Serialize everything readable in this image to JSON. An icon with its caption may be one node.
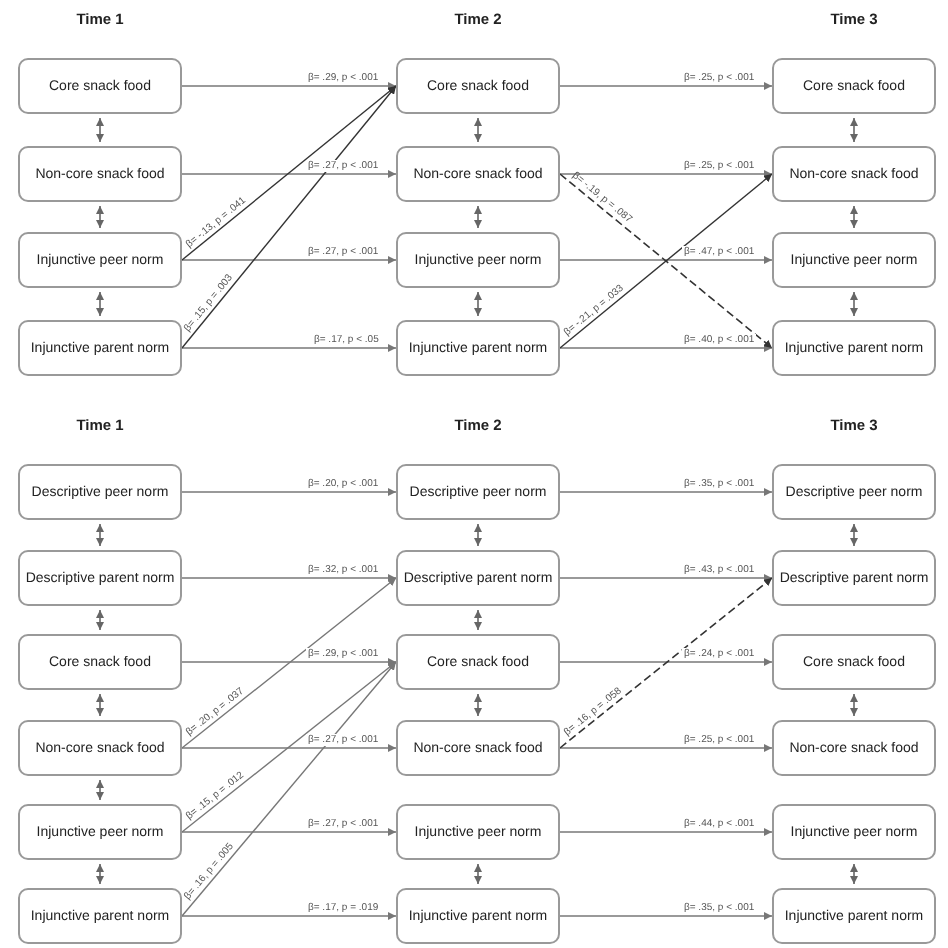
{
  "diagram": {
    "nodes": [
      {
        "text": [
          "Core snack food"
        ]
      },
      {
        "text": [
          "Non-core snack food"
        ]
      },
      {
        "text": [
          "Injunctive peer norm"
        ]
      },
      {
        "text": [
          "Injunctive parent norm"
        ]
      },
      {
        "text": [
          "Core snack food"
        ]
      },
      {
        "text": [
          "Non-core snack food"
        ]
      },
      {
        "text": [
          "Injunctive peer norm"
        ]
      },
      {
        "text": [
          "Injunctive parent norm"
        ]
      },
      {
        "text": [
          "Core snack food"
        ]
      },
      {
        "text": [
          "Non-core snack food"
        ]
      },
      {
        "text": [
          "Injunctive peer norm"
        ]
      },
      {
        "text": [
          "Injunctive parent norm"
        ]
      },
      {
        "text": [
          "Descriptive peer norm"
        ]
      },
      {
        "text": [
          "Descriptive parent norm"
        ]
      },
      {
        "text": [
          "Core snack food"
        ]
      },
      {
        "text": [
          "Non-core snack food"
        ]
      },
      {
        "text": [
          "Injunctive peer norm"
        ]
      },
      {
        "text": [
          "Injunctive parent norm"
        ]
      },
      {
        "text": [
          "Descriptive peer norm"
        ]
      },
      {
        "text": [
          "Descriptive parent norm"
        ]
      },
      {
        "text": [
          "Core snack food"
        ]
      },
      {
        "text": [
          "Non-core snack food"
        ]
      },
      {
        "text": [
          "Injunctive peer norm"
        ]
      },
      {
        "text": [
          "Injunctive parent norm"
        ]
      },
      {
        "text": [
          "Descriptive peer norm"
        ]
      },
      {
        "text": [
          "Descriptive parent norm"
        ]
      },
      {
        "text": [
          "Core snack food"
        ]
      },
      {
        "text": [
          "Non-core snack food"
        ]
      },
      {
        "text": [
          "Injunctive peer norm"
        ]
      },
      {
        "text": [
          "Injunctive parent norm"
        ]
      }
    ],
    "edges": [
      {
        "from": 0,
        "to": 4,
        "arrow": "to",
        "label": "β= .29, p < .001"
      },
      {
        "from": 1,
        "to": 5,
        "arrow": "to",
        "label": "β= .27, p < .001"
      },
      {
        "from": 2,
        "to": 6,
        "arrow": "to",
        "label": "β= .27, p < .001"
      },
      {
        "from": 3,
        "to": 7,
        "arrow": "to",
        "label": "β= .17, p < .05"
      },
      {
        "from": 2,
        "to": 4,
        "arrow": "to",
        "label": "β= -.13, p = .041",
        "color": "#333333"
      },
      {
        "from": 3,
        "to": 4,
        "arrow": "to",
        "label": "β= .15, p = .003",
        "color": "#333333"
      },
      {
        "from": 4,
        "to": 8,
        "arrow": "to",
        "label": "β= .25, p < .001"
      },
      {
        "from": 5,
        "to": 9,
        "arrow": "to",
        "label": "β= .25, p < .001"
      },
      {
        "from": 6,
        "to": 10,
        "arrow": "to",
        "label": "β= .47, p < .001"
      },
      {
        "from": 7,
        "to": 11,
        "arrow": "to",
        "label": "β= .40, p < .001"
      },
      {
        "from": 5,
        "to": 11,
        "arrow": "to",
        "label": "β= -.19, p = .087",
        "style": "dashed"
      },
      {
        "from": 7,
        "to": 9,
        "arrow": "to",
        "label": "β= -.21, p = .033",
        "color": "#333333"
      },
      {
        "from": 0,
        "to": 1,
        "arrow": "both"
      },
      {
        "from": 1,
        "to": 2,
        "arrow": "both"
      },
      {
        "from": 2,
        "to": 3,
        "arrow": "both"
      },
      {
        "from": 4,
        "to": 5,
        "arrow": "both"
      },
      {
        "from": 5,
        "to": 6,
        "arrow": "both"
      },
      {
        "from": 6,
        "to": 7,
        "arrow": "both"
      },
      {
        "from": 8,
        "to": 9,
        "arrow": "both"
      },
      {
        "from": 9,
        "to": 10,
        "arrow": "both"
      },
      {
        "from": 10,
        "to": 11,
        "arrow": "both"
      },
      {
        "from": 12,
        "to": 18,
        "arrow": "to",
        "label": "β= .20, p < .001"
      },
      {
        "from": 13,
        "to": 19,
        "arrow": "to",
        "label": "β= .32, p < .001"
      },
      {
        "from": 14,
        "to": 20,
        "arrow": "to",
        "label": "β= .29, p < .001"
      },
      {
        "from": 15,
        "to": 21,
        "arrow": "to",
        "label": "β= .27, p < .001"
      },
      {
        "from": 16,
        "to": 22,
        "arrow": "to",
        "label": "β= .27, p < .001"
      },
      {
        "from": 17,
        "to": 23,
        "arrow": "to",
        "label": "β= .17, p = .019"
      },
      {
        "from": 15,
        "to": 19,
        "arrow": "to",
        "label": "β= .20, p = .037"
      },
      {
        "from": 16,
        "to": 20,
        "arrow": "to",
        "label": "β= .15, p = .012"
      },
      {
        "from": 17,
        "to": 20,
        "arrow": "to",
        "label": "β= .16, p = .005"
      },
      {
        "from": 18,
        "to": 24,
        "arrow": "to",
        "label": "β= .35, p < .001"
      },
      {
        "from": 19,
        "to": 25,
        "arrow": "to",
        "label": "β= .43, p < .001"
      },
      {
        "from": 20,
        "to": 26,
        "arrow": "to",
        "label": "β= .24, p < .001"
      },
      {
        "from": 21,
        "to": 27,
        "arrow": "to",
        "label": "β= .25, p < .001"
      },
      {
        "from": 22,
        "to": 28,
        "arrow": "to",
        "label": "β= .44, p < .001"
      },
      {
        "from": 23,
        "to": 29,
        "arrow": "to",
        "label": "β= .35, p < .001"
      },
      {
        "from": 21,
        "to": 25,
        "arrow": "to",
        "label": "β= .16, p = .058",
        "style": "dashed"
      },
      {
        "from": 12,
        "to": 13,
        "arrow": "both"
      },
      {
        "from": 13,
        "to": 14,
        "arrow": "both"
      },
      {
        "from": 14,
        "to": 15,
        "arrow": "both"
      },
      {
        "from": 15,
        "to": 16,
        "arrow": "both"
      },
      {
        "from": 16,
        "to": 17,
        "arrow": "both"
      },
      {
        "from": 18,
        "to": 19,
        "arrow": "both"
      },
      {
        "from": 19,
        "to": 20,
        "arrow": "both"
      },
      {
        "from": 20,
        "to": 21,
        "arrow": "both"
      },
      {
        "from": 22,
        "to": 23,
        "arrow": "both"
      },
      {
        "from": 24,
        "to": 25,
        "arrow": "both"
      },
      {
        "from": 26,
        "to": 27,
        "arrow": "both"
      },
      {
        "from": 28,
        "to": 29,
        "arrow": "both"
      }
    ],
    "labels": [
      "Time 1",
      "Time 2",
      "Time 3",
      "Time 1",
      "Time 2",
      "Time 3"
    ]
  }
}
